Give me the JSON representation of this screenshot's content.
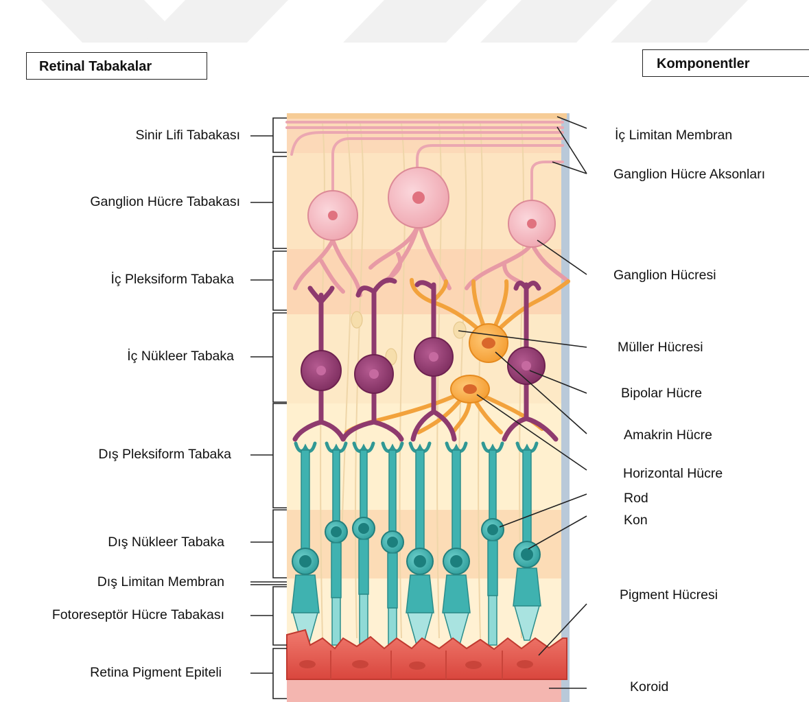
{
  "headers": {
    "left": "Retinal Tabakalar",
    "right": "Komponentler"
  },
  "layers": [
    {
      "label": "Sinir Lifi Tabakası"
    },
    {
      "label": "Ganglion Hücre Tabakası"
    },
    {
      "label": "İç Pleksiform Tabaka"
    },
    {
      "label": "İç Nükleer Tabaka"
    },
    {
      "label": "Dış Pleksiform Tabaka"
    },
    {
      "label": "Dış Nükleer Tabaka"
    },
    {
      "label": "Dış Limitan Membran"
    },
    {
      "label": "Fotoreseptör Hücre Tabakası"
    },
    {
      "label": "Retina Pigment Epiteli"
    }
  ],
  "components": [
    {
      "label": "İç Limitan Membran"
    },
    {
      "label": "Ganglion Hücre Aksonları"
    },
    {
      "label": "Ganglion Hücresi"
    },
    {
      "label": "Müller Hücresi"
    },
    {
      "label": "Bipolar Hücre"
    },
    {
      "label": "Amakrin Hücre"
    },
    {
      "label": "Horizontal Hücre"
    },
    {
      "label": "Rod"
    },
    {
      "label": "Kon"
    },
    {
      "label": "Pigment Hücresi"
    },
    {
      "label": "Koroid"
    }
  ],
  "colors": {
    "ganglion": "#f2b8bf",
    "bipolar": "#8e3a6e",
    "amacrine": "#f5a742",
    "photoreceptor": "#3fb2b0",
    "pigment": "#e5554b",
    "tissue": "#fbe3b8"
  }
}
